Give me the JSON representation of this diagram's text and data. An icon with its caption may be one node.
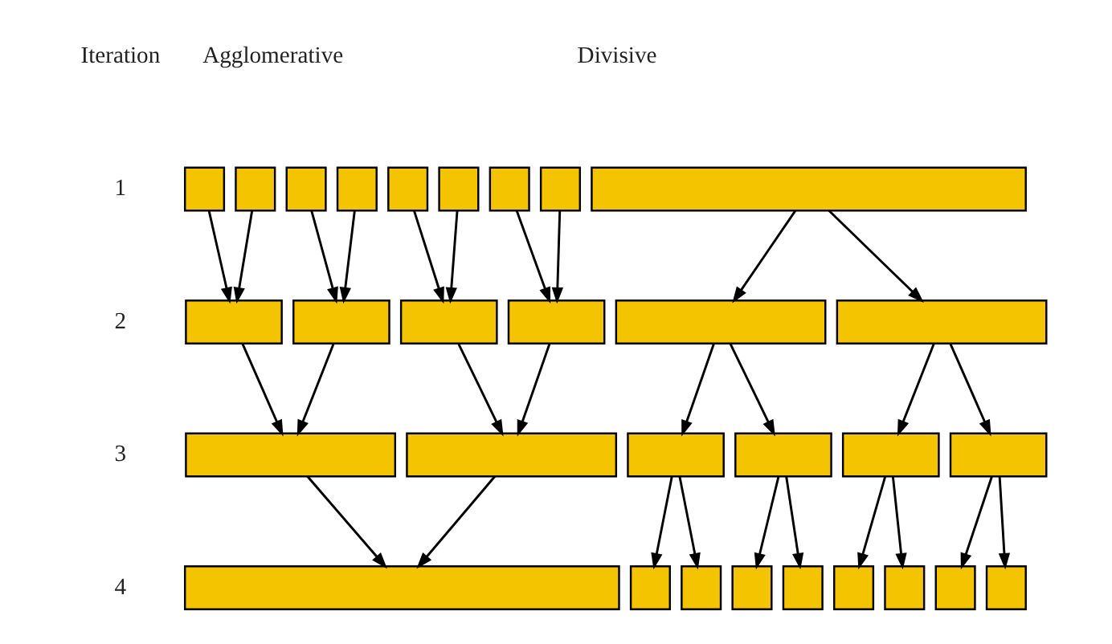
{
  "diagram": {
    "nodes": [
      {
        "text": [],
        "shape": "box"
      },
      {
        "text": [],
        "shape": "box"
      },
      {
        "text": [],
        "shape": "box"
      },
      {
        "text": [],
        "shape": "box"
      },
      {
        "text": [],
        "shape": "box"
      },
      {
        "text": [],
        "shape": "box"
      },
      {
        "text": [],
        "shape": "box"
      },
      {
        "text": [],
        "shape": "box"
      },
      {
        "text": [],
        "shape": "box"
      },
      {
        "text": [],
        "shape": "box"
      },
      {
        "text": [],
        "shape": "box"
      },
      {
        "text": [],
        "shape": "box"
      },
      {
        "text": [],
        "shape": "box"
      },
      {
        "text": [],
        "shape": "box"
      },
      {
        "text": [],
        "shape": "box"
      },
      {
        "text": [],
        "shape": "box"
      },
      {
        "text": [],
        "shape": "box"
      },
      {
        "text": [],
        "shape": "box"
      },
      {
        "text": [],
        "shape": "box"
      },
      {
        "text": [],
        "shape": "box"
      },
      {
        "text": [],
        "shape": "box"
      },
      {
        "text": [],
        "shape": "box"
      },
      {
        "text": [],
        "shape": "box"
      },
      {
        "text": [],
        "shape": "box"
      },
      {
        "text": [],
        "shape": "box"
      },
      {
        "text": [],
        "shape": "box"
      },
      {
        "text": [],
        "shape": "box"
      },
      {
        "text": [],
        "shape": "box"
      },
      {
        "text": [],
        "shape": "box"
      },
      {
        "text": [],
        "shape": "box"
      }
    ],
    "edges": [
      {
        "from": 0,
        "to": 9,
        "arrow": "to"
      },
      {
        "from": 1,
        "to": 9,
        "arrow": "to"
      },
      {
        "from": 2,
        "to": 10,
        "arrow": "to"
      },
      {
        "from": 3,
        "to": 10,
        "arrow": "to"
      },
      {
        "from": 4,
        "to": 11,
        "arrow": "to"
      },
      {
        "from": 5,
        "to": 11,
        "arrow": "to"
      },
      {
        "from": 6,
        "to": 12,
        "arrow": "to"
      },
      {
        "from": 7,
        "to": 12,
        "arrow": "to"
      },
      {
        "from": 8,
        "to": 13,
        "arrow": "to"
      },
      {
        "from": 8,
        "to": 14,
        "arrow": "to"
      },
      {
        "from": 9,
        "to": 15,
        "arrow": "to"
      },
      {
        "from": 10,
        "to": 15,
        "arrow": "to"
      },
      {
        "from": 11,
        "to": 16,
        "arrow": "to"
      },
      {
        "from": 12,
        "to": 16,
        "arrow": "to"
      },
      {
        "from": 13,
        "to": 17,
        "arrow": "to"
      },
      {
        "from": 13,
        "to": 18,
        "arrow": "to"
      },
      {
        "from": 14,
        "to": 19,
        "arrow": "to"
      },
      {
        "from": 14,
        "to": 20,
        "arrow": "to"
      },
      {
        "from": 15,
        "to": 21,
        "arrow": "to"
      },
      {
        "from": 16,
        "to": 21,
        "arrow": "to"
      },
      {
        "from": 17,
        "to": 22,
        "arrow": "to"
      },
      {
        "from": 17,
        "to": 23,
        "arrow": "to"
      },
      {
        "from": 18,
        "to": 24,
        "arrow": "to"
      },
      {
        "from": 18,
        "to": 25,
        "arrow": "to"
      },
      {
        "from": 19,
        "to": 26,
        "arrow": "to"
      },
      {
        "from": 19,
        "to": 27,
        "arrow": "to"
      },
      {
        "from": 20,
        "to": 28,
        "arrow": "to"
      },
      {
        "from": 20,
        "to": 29,
        "arrow": "to"
      }
    ],
    "labels": [
      "Iteration",
      "Agglomerative",
      "Divisive",
      "1",
      "2",
      "3",
      "4"
    ]
  }
}
